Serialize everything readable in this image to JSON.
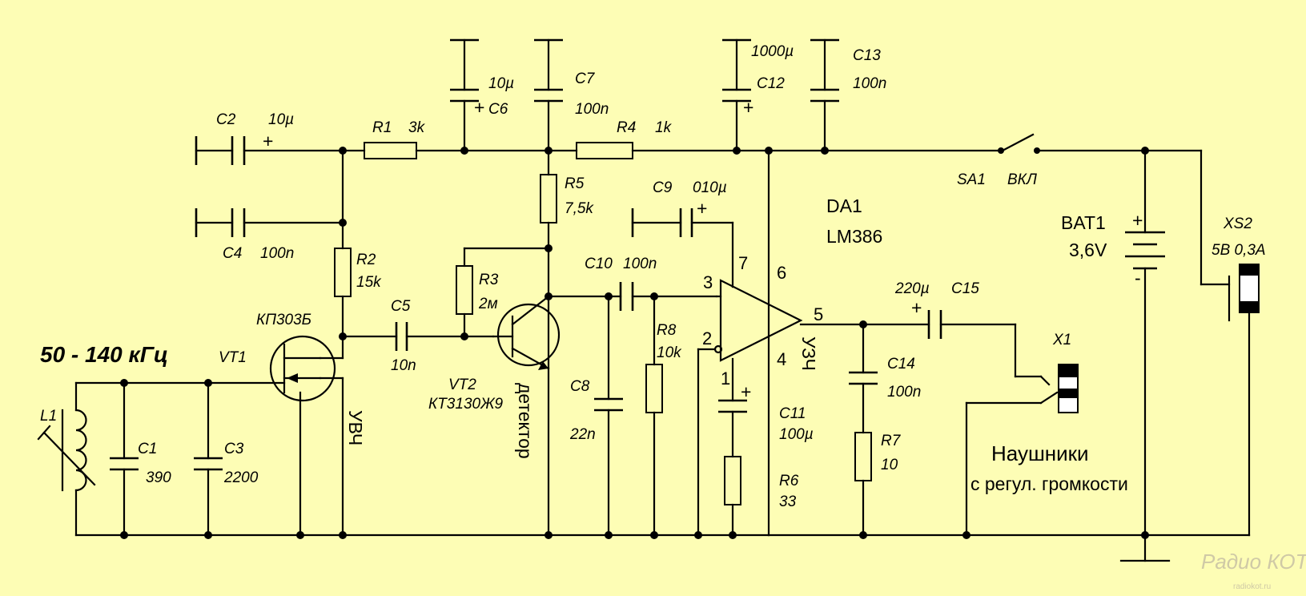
{
  "frequency_range": "50 - 140 кГц",
  "components": {
    "L1": {
      "ref": "L1"
    },
    "C1": {
      "ref": "C1",
      "value": "390"
    },
    "C2": {
      "ref": "C2",
      "value": "10µ"
    },
    "C3": {
      "ref": "C3",
      "value": "2200"
    },
    "C4": {
      "ref": "C4",
      "value": "100n"
    },
    "C5": {
      "ref": "C5",
      "value": "10n"
    },
    "C6": {
      "ref": "C6",
      "value": "10µ"
    },
    "C7": {
      "ref": "C7",
      "value": "100n"
    },
    "C8": {
      "ref": "C8",
      "value": "22n"
    },
    "C9": {
      "ref": "C9",
      "value": "010µ"
    },
    "C10": {
      "ref": "C10",
      "value": "100n"
    },
    "C11": {
      "ref": "C11",
      "value": "100µ"
    },
    "C12": {
      "ref": "C12",
      "value": "1000µ"
    },
    "C13": {
      "ref": "C13",
      "value": "100n"
    },
    "C14": {
      "ref": "C14",
      "value": "100n"
    },
    "C15": {
      "ref": "C15",
      "value": "220µ"
    },
    "R1": {
      "ref": "R1",
      "value": "3k"
    },
    "R2": {
      "ref": "R2",
      "value": "15k"
    },
    "R3": {
      "ref": "R3",
      "value": "2м"
    },
    "R4": {
      "ref": "R4",
      "value": "1k"
    },
    "R5": {
      "ref": "R5",
      "value": "7,5k"
    },
    "R6": {
      "ref": "R6",
      "value": "33"
    },
    "R7": {
      "ref": "R7",
      "value": "10"
    },
    "R8": {
      "ref": "R8",
      "value": "10k"
    },
    "VT1": {
      "ref": "VT1",
      "part": "КП303Б"
    },
    "VT2": {
      "ref": "VT2",
      "part": "КТ3130Ж9"
    },
    "DA1": {
      "ref": "DA1",
      "part": "LM386",
      "pins": [
        "3",
        "2",
        "7",
        "6",
        "5",
        "4",
        "1"
      ]
    },
    "SA1": {
      "ref": "SA1",
      "label": "ВКЛ"
    },
    "BAT1": {
      "ref": "BAT1",
      "value": "3,6V"
    },
    "XS2": {
      "ref": "XS2",
      "rating": "5В 0,3А"
    },
    "X1": {
      "ref": "X1"
    }
  },
  "stage_labels": {
    "rf": "УВЧ",
    "detector": "детектор",
    "af": "УЗЧ"
  },
  "headphones": {
    "line1": "Наушники",
    "line2": "с регул. громкости"
  },
  "polarity": {
    "plus": "+",
    "minus": "-"
  },
  "watermark": {
    "logo": "Радио КОТ",
    "url": "radiokot.ru"
  },
  "colors": {
    "background": "#fdfdb5",
    "ink": "#000000"
  }
}
